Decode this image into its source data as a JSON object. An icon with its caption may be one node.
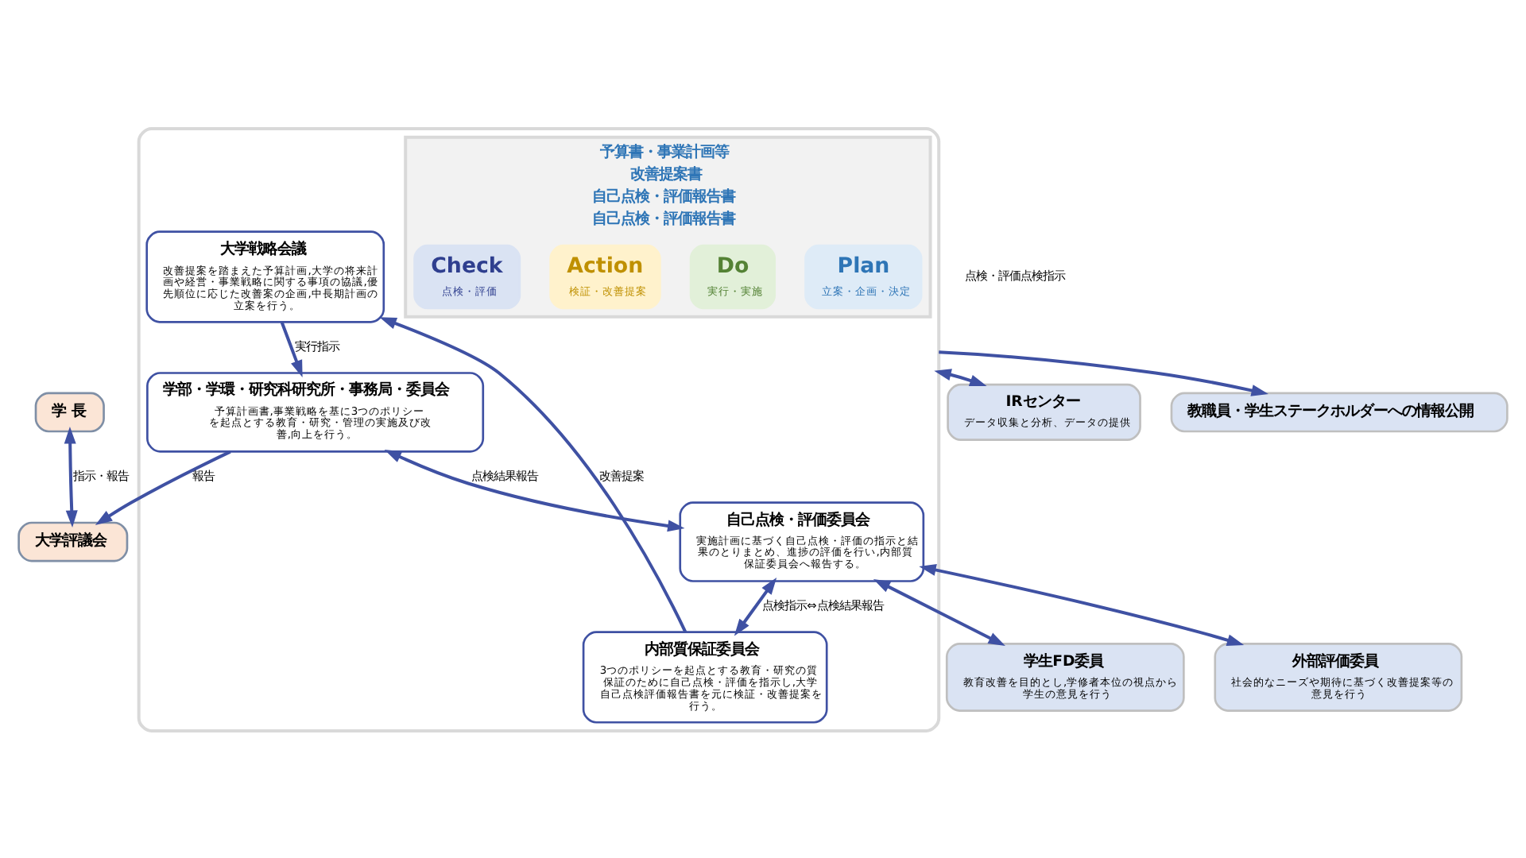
{
  "diagram": {
    "nodes": [
      {
        "text": [
          "学 長"
        ]
      },
      {
        "text": [
          "大学評議会"
        ]
      },
      {
        "text": [],
        "shape": "box"
      },
      {
        "text": [
          "大学戦略会議",
          "改善提案を踏まえた予算計画,大学の将来計画や経営・事業戦略に関する事項の協議,優先順位に応じた改善案の企画,中長期計画の立案を行う。"
        ],
        "in": 2
      },
      {
        "text": [
          "学部・学環・研究科研究所・事務局・委員会",
          "予算計画書,事業戦略を基に3つのポリシーを起点とする教育・研究・管理の実施及び改善,向上を行う。"
        ],
        "in": 2
      },
      {
        "text": [
          "予算書・事業計画等",
          "改善提案書",
          "自己点検・評価報告書",
          "自己点検・評価報告書"
        ],
        "in": 2
      },
      {
        "text": [
          "Plan",
          "立案・企画・決定"
        ],
        "in": 5
      },
      {
        "text": [
          "Do",
          "実行・実施"
        ],
        "in": 5
      },
      {
        "text": [
          "Action",
          "検証・改善提案"
        ],
        "in": 5
      },
      {
        "text": [
          "Check",
          "点検・評価"
        ],
        "in": 5
      },
      {
        "text": [
          "内部質保証委員会",
          "3つのポリシーを起点とする教育・研究の質保証のために自己点検・評価を指示し,大学自己点検評価報告書を元に検証・改善提案を行う。"
        ],
        "in": 2
      },
      {
        "text": [
          "自己点検・評価委員会",
          "実施計画に基づく自己点検・評価の指示と結果のとりまとめ、進捗の評価を行い,内部質保証委員会へ報告する。"
        ],
        "in": 2
      },
      {
        "text": [
          "IRセンター",
          "データ収集と分析、データの提供"
        ]
      },
      {
        "text": [
          "教職員・学生ステークホルダーへの情報公開"
        ]
      },
      {
        "text": [
          "学生FD委員",
          "教育改善を目的とし,学修者本位の視点から学生の意見を行う"
        ]
      },
      {
        "text": [
          "外部評価委員",
          "社会的なニーズや期待に基づく改善提案等の意見を行う"
        ]
      }
    ],
    "edges": [
      {
        "from": 0,
        "to": 1,
        "arrow": "both",
        "label": "指示・報告"
      },
      {
        "from": 4,
        "to": 1,
        "arrow": "to",
        "label": "報告"
      },
      {
        "from": 3,
        "to": 4,
        "arrow": "to",
        "label": "実行指示"
      },
      {
        "from": 10,
        "to": 3,
        "arrow": "to",
        "label": "改善提案"
      },
      {
        "from": 4,
        "to": 11,
        "arrow": "both",
        "label": "点検結果報告"
      },
      {
        "from": 11,
        "to": 10,
        "arrow": "both",
        "label": "点検指示⇔点検結果報告"
      },
      {
        "from": 2,
        "to": 12,
        "arrow": "both"
      },
      {
        "from": 2,
        "to": 13,
        "arrow": "to"
      },
      {
        "from": 11,
        "to": 14,
        "arrow": "both"
      },
      {
        "from": 11,
        "to": 15,
        "arrow": "both"
      }
    ],
    "labels": [
      "点検・評価点検指示"
    ]
  }
}
